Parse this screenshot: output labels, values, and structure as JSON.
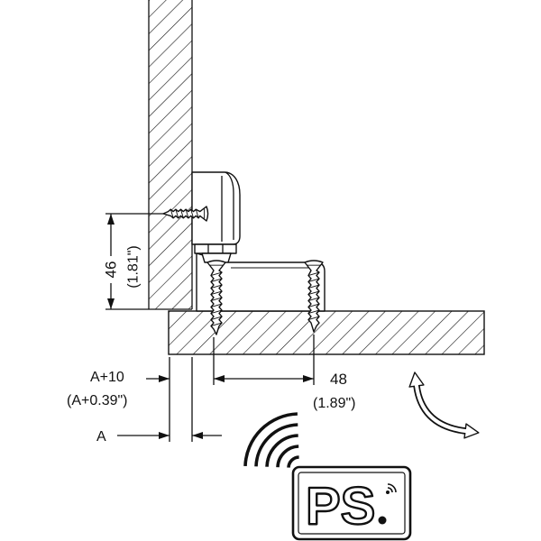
{
  "dimensions": {
    "height": {
      "value": "46",
      "imperial": "(1.81\")"
    },
    "offset": {
      "value": "A+10",
      "imperial": "(A+0.39\")"
    },
    "gap": {
      "label": "A"
    },
    "screw_spacing": {
      "value": "48",
      "imperial": "(1.89\")"
    }
  },
  "logo": {
    "text": "PS"
  },
  "icons": {
    "signal": "wireless-signal-icon",
    "rotation": "rotation-double-arrow-icon",
    "fastener": "screw-icon"
  },
  "colors": {
    "ink": "#111111",
    "background": "#ffffff"
  }
}
